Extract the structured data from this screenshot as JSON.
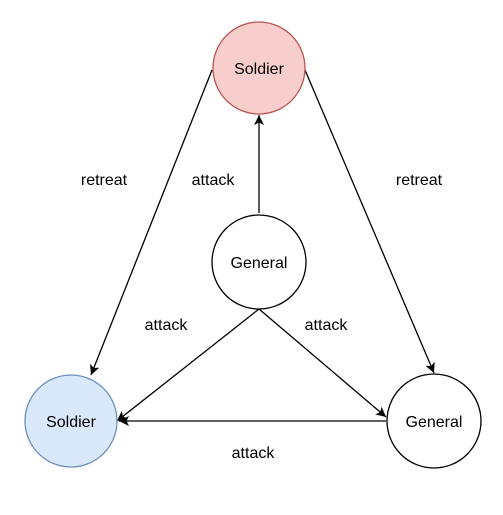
{
  "colors": {
    "soldier_top_fill": "#f8cecc",
    "soldier_top_stroke": "#b85450",
    "soldier_left_fill": "#dae8fc",
    "soldier_left_stroke": "#6c8ebf",
    "general_fill": "#ffffff",
    "general_stroke": "#000000",
    "edge_stroke": "#000000"
  },
  "nodes": {
    "soldier_top": {
      "label": "Soldier"
    },
    "soldier_left": {
      "label": "Soldier"
    },
    "general_center": {
      "label": "General"
    },
    "general_right": {
      "label": "General"
    }
  },
  "edges": {
    "retreat_left": {
      "label": "retreat"
    },
    "retreat_right": {
      "label": "retreat"
    },
    "attack_center_top": {
      "label": "attack"
    },
    "attack_center_left": {
      "label": "attack"
    },
    "attack_center_right": {
      "label": "attack"
    },
    "attack_bottom": {
      "label": "attack"
    }
  }
}
